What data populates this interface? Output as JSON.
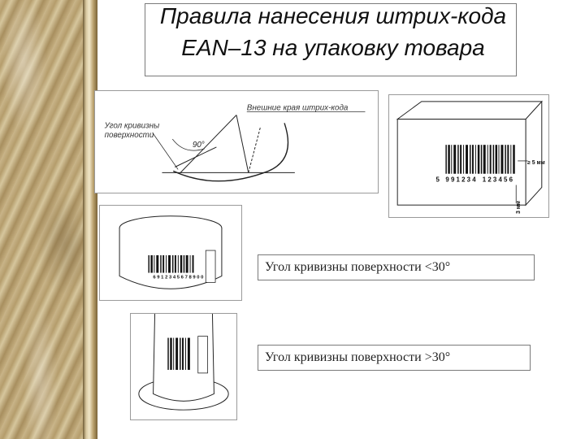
{
  "slide": {
    "title": "Правила нанесения штрих-кода EAN–13 на упаковку товара"
  },
  "diagram_curved": {
    "label_outer_edge": "Внешние края штрих-кода",
    "label_curvature_line1": "Угол кривизны",
    "label_curvature_line2": "поверхности",
    "angle_label": "90°"
  },
  "diagram_box": {
    "barcode_digits_left": "5",
    "barcode_digits_group1": "9 9 1 2 3 4",
    "barcode_digits_group2": "1 2 3 4 5 6",
    "margin_label": "≥ 5 мм",
    "vertical_label": "3 мм"
  },
  "diagram_cylinder": {
    "barcode_digits": "6 9 1 2 3 4 5 6 7 8 9 0 0"
  },
  "diagram_bottle": {},
  "captions": {
    "small_curvature": "Угол кривизны поверхности <30°",
    "large_curvature": "Угол кривизны поверхности >30°"
  },
  "colors": {
    "border_accent": "#b59d6c",
    "text": "#111111"
  }
}
